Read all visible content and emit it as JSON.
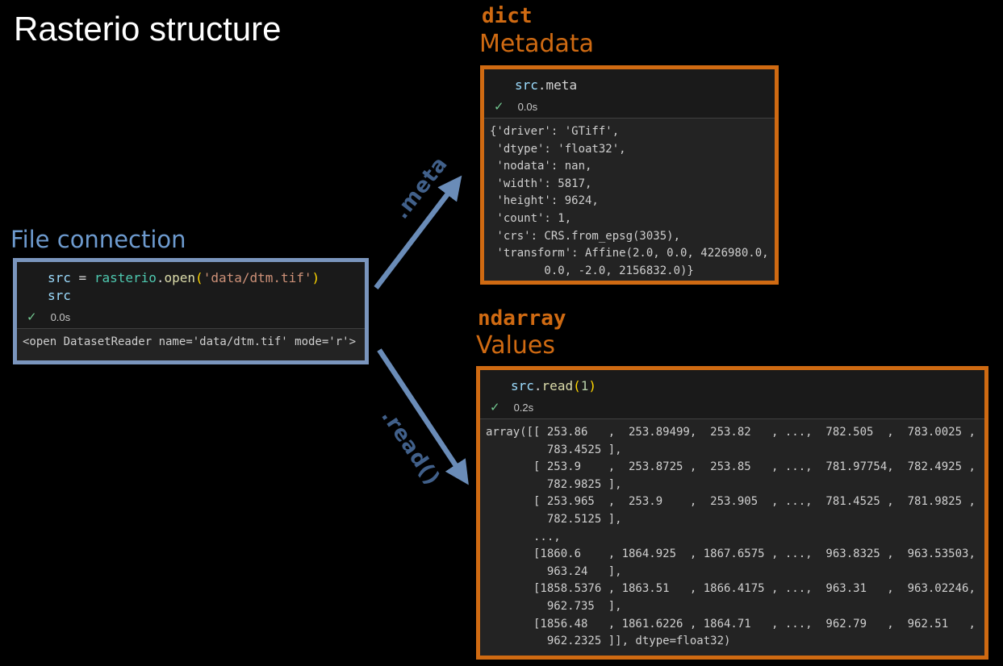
{
  "title": "Rasterio structure",
  "colors": {
    "background": "#000000",
    "title": "#ffffff",
    "orange": "#cf6a12",
    "blue_heading": "#6d9ace",
    "blue_border": "#7a95bd",
    "blue_arrow": "#6a8cb8",
    "blue_label": "#41608a",
    "check_green": "#73c991",
    "code_bg": "#1a1a1a",
    "output_bg": "#232323",
    "output_text": "#cfcfcf"
  },
  "file_connection": {
    "heading": "File connection",
    "code_lines": [
      [
        {
          "t": "src",
          "k": "var"
        },
        {
          "t": " = ",
          "k": "plain"
        },
        {
          "t": "rasterio",
          "k": "cls"
        },
        {
          "t": ".",
          "k": "plain"
        },
        {
          "t": "open",
          "k": "fn"
        },
        {
          "t": "(",
          "k": "brk"
        },
        {
          "t": "'data/dtm.tif'",
          "k": "str"
        },
        {
          "t": ")",
          "k": "brk"
        }
      ],
      [
        {
          "t": "src",
          "k": "var"
        }
      ]
    ],
    "exec_time": "0.0s",
    "check_icon": "✓",
    "output_lines": [
      "<open DatasetReader name='data/dtm.tif' mode='r'>"
    ]
  },
  "metadata": {
    "type_label": "dict",
    "heading": "Metadata",
    "code_lines": [
      [
        {
          "t": "src",
          "k": "var"
        },
        {
          "t": ".meta",
          "k": "plain"
        }
      ]
    ],
    "exec_time": "0.0s",
    "check_icon": "✓",
    "output_lines": [
      "{'driver': 'GTiff',",
      " 'dtype': 'float32',",
      " 'nodata': nan,",
      " 'width': 5817,",
      " 'height': 9624,",
      " 'count': 1,",
      " 'crs': CRS.from_epsg(3035),",
      " 'transform': Affine(2.0, 0.0, 4226980.0,",
      "        0.0, -2.0, 2156832.0)}"
    ]
  },
  "values": {
    "type_label": "ndarray",
    "heading": "Values",
    "code_lines": [
      [
        {
          "t": "src",
          "k": "var"
        },
        {
          "t": ".",
          "k": "plain"
        },
        {
          "t": "read",
          "k": "fn"
        },
        {
          "t": "(",
          "k": "brk"
        },
        {
          "t": "1",
          "k": "num"
        },
        {
          "t": ")",
          "k": "brk"
        }
      ]
    ],
    "exec_time": "0.2s",
    "check_icon": "✓",
    "output_lines": [
      "array([[ 253.86   ,  253.89499,  253.82   , ...,  782.505  ,  783.0025 ,",
      "         783.4525 ],",
      "       [ 253.9    ,  253.8725 ,  253.85   , ...,  781.97754,  782.4925 ,",
      "         782.9825 ],",
      "       [ 253.965  ,  253.9    ,  253.905  , ...,  781.4525 ,  781.9825 ,",
      "         782.5125 ],",
      "       ...,",
      "       [1860.6    , 1864.925  , 1867.6575 , ...,  963.8325 ,  963.53503,",
      "         963.24   ],",
      "       [1858.5376 , 1863.51   , 1866.4175 , ...,  963.31   ,  963.02246,",
      "         962.735  ],",
      "       [1856.48   , 1861.6226 , 1864.71   , ...,  962.79   ,  962.51   ,",
      "         962.2325 ]], dtype=float32)"
    ]
  },
  "arrows": {
    "meta_label": ".meta",
    "read_label": ".read()"
  }
}
